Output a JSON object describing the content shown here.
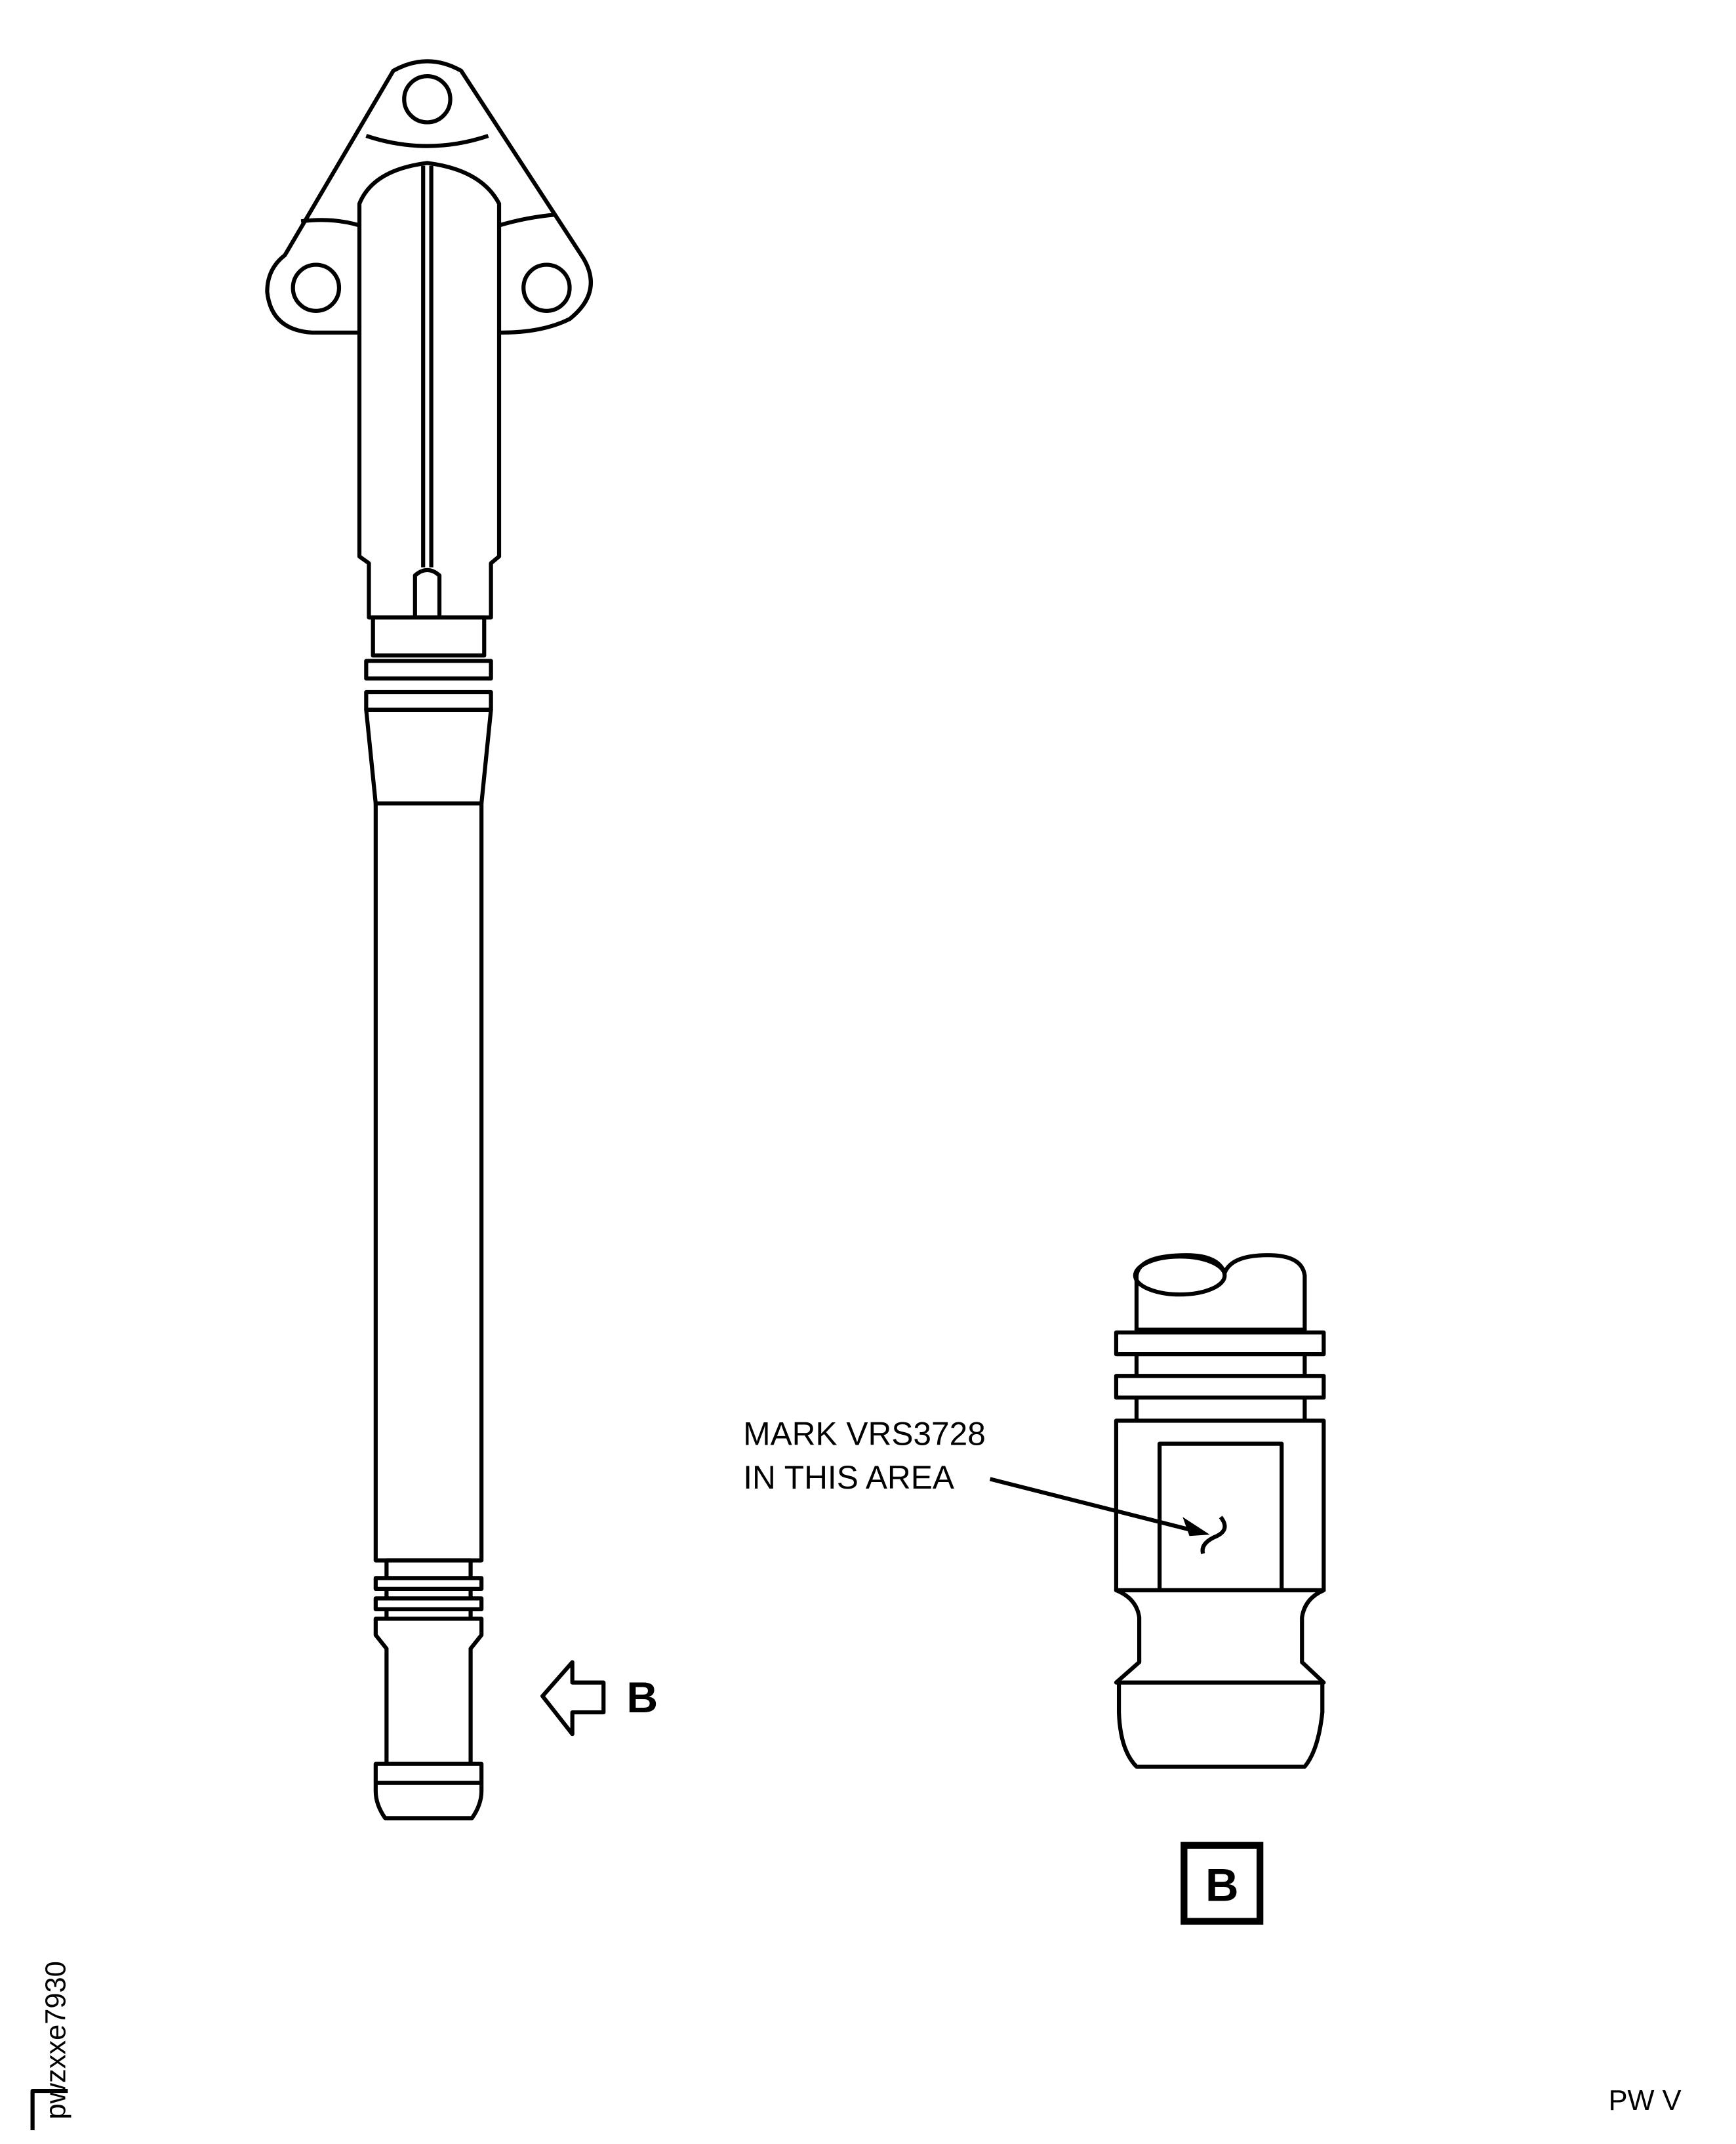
{
  "callout": {
    "line1": "MARK VRS3728",
    "line2": "IN THIS AREA"
  },
  "view_arrow_label": "B",
  "detail_label": "B",
  "figure_id": "pwzxxe7930",
  "footer_code": "PW V"
}
